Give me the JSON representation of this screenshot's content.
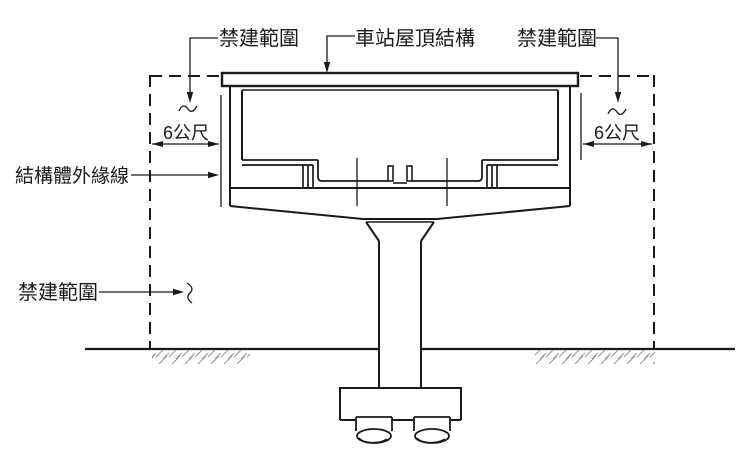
{
  "diagram": {
    "type": "engineering-cross-section",
    "background": "#ffffff",
    "line_color": "#1a1a1a",
    "hatch_color": "#999999",
    "labels": {
      "restricted_zone_top_left": "禁建範圍",
      "station_roof_structure": "車站屋頂結構",
      "restricted_zone_top_right": "禁建範圍",
      "clearance_left": "6公尺",
      "clearance_right": "6公尺",
      "structure_outer_edge_line": "結構體外緣線",
      "restricted_zone_lower_left": "禁建範圍"
    }
  }
}
